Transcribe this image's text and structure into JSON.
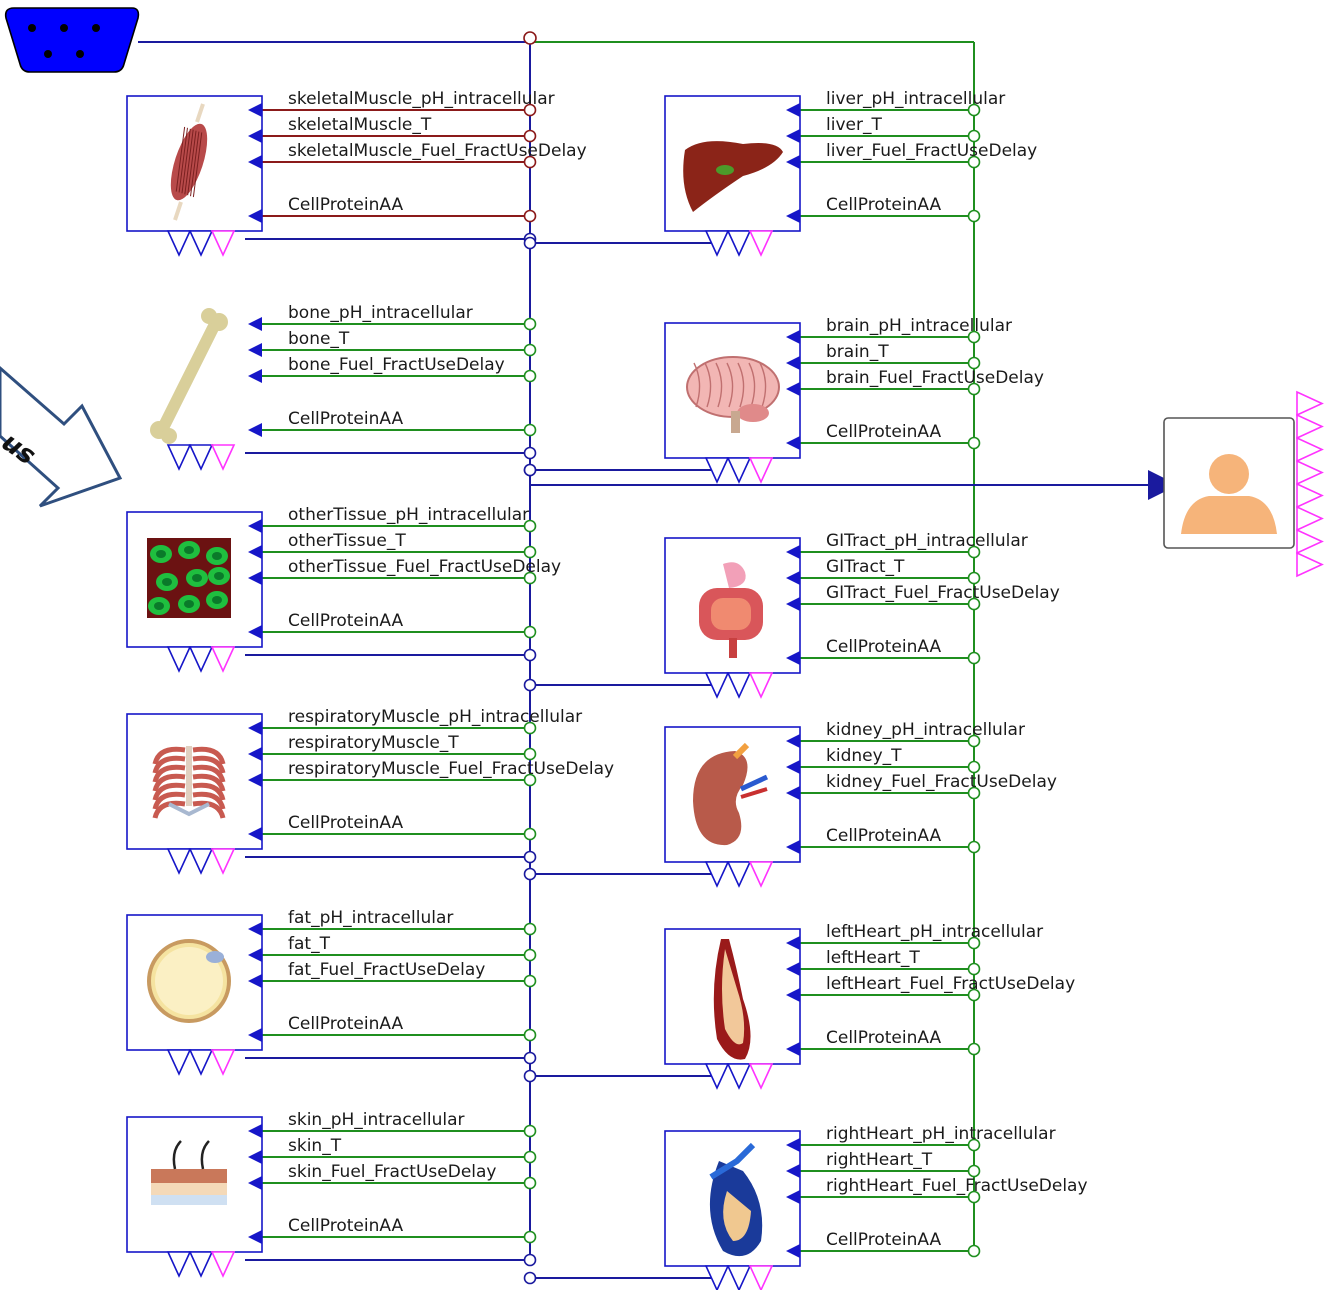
{
  "colors": {
    "bus_blue": "#1a1a9e",
    "wire_green": "#1f8f1f",
    "wire_red": "#8b1a1a",
    "block_border": "#1616c8",
    "connector_magenta": "#ff33ff",
    "bus_icon_fill": "#0000ff",
    "callout_arrow_stroke": "#2f4f7f",
    "person_fill": "#f6b47a"
  },
  "callout_arrow": {
    "text": "us"
  },
  "left_column": [
    {
      "id": "skeletalMuscle",
      "icon": "muscle-icon",
      "wire": "red",
      "labels": [
        "skeletalMuscle_pH_intracellular",
        "skeletalMuscle_T",
        "skeletalMuscle_Fuel_FractUseDelay",
        "CellProteinAA"
      ]
    },
    {
      "id": "bone",
      "icon": "bone-icon",
      "wire": "green",
      "no_box": true,
      "labels": [
        "bone_pH_intracellular",
        "bone_T",
        "bone_Fuel_FractUseDelay",
        "CellProteinAA"
      ]
    },
    {
      "id": "otherTissue",
      "icon": "cells-icon",
      "wire": "green",
      "labels": [
        "otherTissue_pH_intracellular",
        "otherTissue_T",
        "otherTissue_Fuel_FractUseDelay",
        "CellProteinAA"
      ]
    },
    {
      "id": "respiratoryMuscle",
      "icon": "ribcage-icon",
      "wire": "green",
      "labels": [
        "respiratoryMuscle_pH_intracellular",
        "respiratoryMuscle_T",
        "respiratoryMuscle_Fuel_FractUseDelay",
        "CellProteinAA"
      ]
    },
    {
      "id": "fat",
      "icon": "fat-cell-icon",
      "wire": "green",
      "labels": [
        "fat_pH_intracellular",
        "fat_T",
        "fat_Fuel_FractUseDelay",
        "CellProteinAA"
      ]
    },
    {
      "id": "skin",
      "icon": "skin-icon",
      "wire": "green",
      "labels": [
        "skin_pH_intracellular",
        "skin_T",
        "skin_Fuel_FractUseDelay",
        "CellProteinAA"
      ]
    }
  ],
  "right_column": [
    {
      "id": "liver",
      "icon": "liver-icon",
      "labels": [
        "liver_pH_intracellular",
        "liver_T",
        "liver_Fuel_FractUseDelay",
        "CellProteinAA"
      ]
    },
    {
      "id": "brain",
      "icon": "brain-icon",
      "labels": [
        "brain_pH_intracellular",
        "brain_T",
        "brain_Fuel_FractUseDelay",
        "CellProteinAA"
      ]
    },
    {
      "id": "GITract",
      "icon": "intestine-icon",
      "labels": [
        "GITract_pH_intracellular",
        "GITract_T",
        "GITract_Fuel_FractUseDelay",
        "CellProteinAA"
      ]
    },
    {
      "id": "kidney",
      "icon": "kidney-icon",
      "labels": [
        "kidney_pH_intracellular",
        "kidney_T",
        "kidney_Fuel_FractUseDelay",
        "CellProteinAA"
      ]
    },
    {
      "id": "leftHeart",
      "icon": "left-heart-icon",
      "labels": [
        "leftHeart_pH_intracellular",
        "leftHeart_T",
        "leftHeart_Fuel_FractUseDelay",
        "CellProteinAA"
      ]
    },
    {
      "id": "rightHeart",
      "icon": "right-heart-icon",
      "labels": [
        "rightHeart_pH_intracellular",
        "rightHeart_T",
        "rightHeart_Fuel_FractUseDelay",
        "CellProteinAA"
      ]
    }
  ],
  "output_block": {
    "icon": "person-icon"
  },
  "bus_connector": {
    "icon": "bus-connector-icon"
  }
}
